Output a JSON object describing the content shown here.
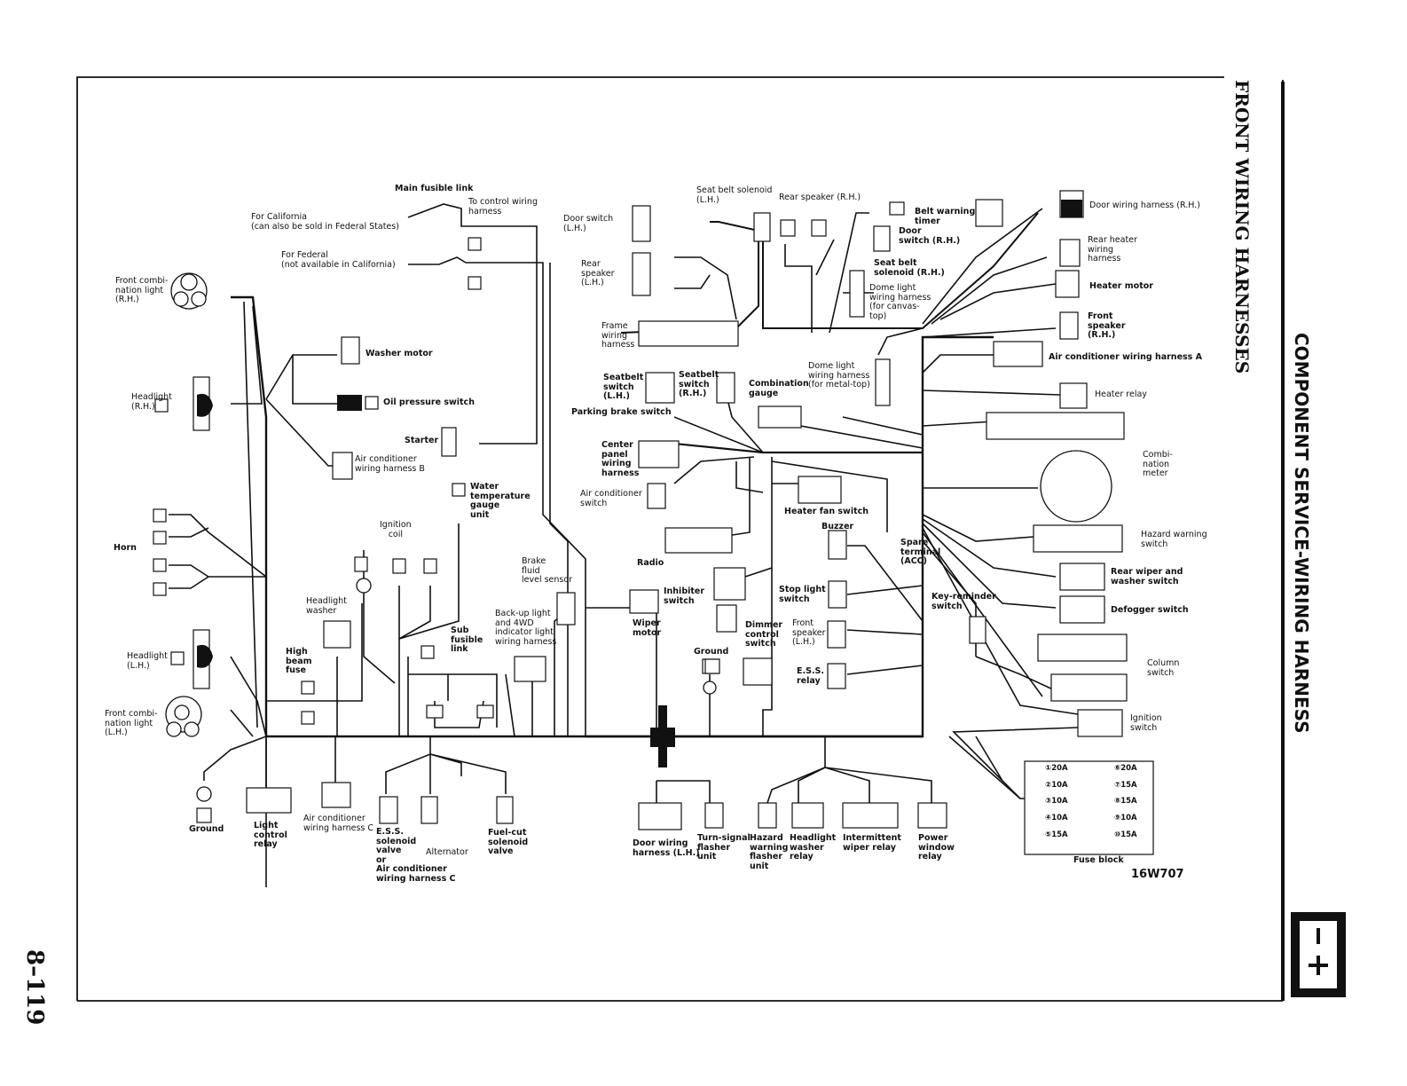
{
  "header": {
    "side_title_1": "FRONT WIRING HARNESSES",
    "side_title_2": "COMPONENT SERVICE-WIRING HARNESS",
    "page_number": "8–119",
    "diagram_code": "16W707"
  },
  "labels": {
    "main_fusible_link": "Main fusible link",
    "to_control": "To control wiring\nharness",
    "for_california": "For California\n(can also be sold in Federal States)",
    "for_federal": "For Federal\n(not available in California)",
    "front_combi_rh": "Front combi-\nnation light\n(R.H.)",
    "headlight_rh": "Headlight\n(R.H.)",
    "washer_motor": "Washer motor",
    "oil_pressure": "Oil pressure switch",
    "starter": "Starter",
    "ac_harness_b": "Air conditioner\nwiring harness B",
    "water_temp": "Water\ntemperature\ngauge\nunit",
    "ignition_coil": "Ignition\ncoil",
    "horn": "Horn",
    "headlight_washer": "Headlight\nwasher",
    "high_beam_fuse": "High\nbeam\nfuse",
    "headlight_lh": "Headlight\n(L.H.)",
    "front_combi_lh": "Front combi-\nnation light\n(L.H.)",
    "ground_left": "Ground",
    "light_control_relay": "Light\ncontrol\nrelay",
    "ac_harness_c": "Air conditioner\nwiring harness C",
    "ess_solenoid": "E.S.S.\nsolenoid\nvalve\nor\nAir conditioner\nwiring harness C",
    "alternator": "Alternator",
    "fuel_cut": "Fuel-cut\nsolenoid\nvalve",
    "sub_fusible_link": "Sub\nfusible\nlink",
    "backup_light": "Back-up light\nand 4WD\nindicator light\nwiring harness",
    "brake_fluid": "Brake\nfluid\nlevel sensor",
    "seat_belt_solenoid_lh": "Seat belt solenoid\n(L.H.)",
    "rear_speaker_rh": "Rear speaker (R.H.)",
    "door_switch_lh": "Door switch\n(L.H.)",
    "rear_speaker_lh": "Rear\nspeaker\n(L.H.)",
    "frame_harness": "Frame\nwiring\nharness",
    "belt_warning": "Belt warning\ntimer",
    "door_switch_rh": "Door\nswitch (R.H.)",
    "seat_belt_solenoid_rh": "Seat belt\nsolenoid (R.H.)",
    "dome_light_canvas": "Dome light\nwiring harness\n(for canvas-\ntop)",
    "door_harness_rh": "Door wiring harness (R.H.)",
    "rear_heater": "Rear heater\nwiring\nharness",
    "heater_motor": "Heater motor",
    "front_speaker_rh": "Front\nspeaker\n(R.H.)",
    "ac_harness_a": "Air conditioner wiring harness A",
    "heater_relay": "Heater relay",
    "seatbelt_switch_lh": "Seatbelt\nswitch\n(L.H.)",
    "seatbelt_switch_rh": "Seatbelt\nswitch\n(R.H.)",
    "combination_gauge": "Combination\ngauge",
    "dome_light_metal": "Dome light\nwiring harness\n(for metal-top)",
    "parking_brake": "Parking brake switch",
    "center_panel": "Center\npanel\nwiring\nharness",
    "ac_switch": "Air conditioner\nswitch",
    "heater_fan": "Heater fan switch",
    "combination_meter": "Combi-\nnation\nmeter",
    "buzzer": "Buzzer",
    "spare_terminal": "Spare\nterminal\n(ACC)",
    "hazard_switch": "Hazard warning\nswitch",
    "rear_wiper_switch": "Rear wiper and\nwasher switch",
    "radio": "Radio",
    "inhibiter": "Inhibiter\nswitch",
    "wiper_motor": "Wiper\nmotor",
    "stop_light": "Stop light\nswitch",
    "key_reminder": "Key-reminder\nswitch",
    "defogger": "Defogger switch",
    "dimmer": "Dimmer\ncontrol\nswitch",
    "front_speaker_lh": "Front\nspeaker\n(L.H.)",
    "ground_center": "Ground",
    "ess_relay": "E.S.S.\nrelay",
    "column_switch": "Column\nswitch",
    "ignition_switch": "Ignition\nswitch",
    "door_harness_lh": "Door wiring\nharness (L.H.)",
    "turn_signal": "Turn-signal\nflasher\nunit",
    "hazard_flasher": "Hazard\nwarning\nflasher\nunit",
    "headlight_washer_relay": "Headlight\nwasher\nrelay",
    "intermittent": "Intermittent\nwiper relay",
    "power_window": "Power\nwindow\nrelay",
    "fuse_block": "Fuse block"
  },
  "fuse_block": {
    "ratings": [
      "20A",
      "10A",
      "10A",
      "10A",
      "15A",
      "20A",
      "15A",
      "15A",
      "10A",
      "15A"
    ],
    "circuits": [
      "①",
      "②",
      "③",
      "④",
      "⑤",
      "⑥",
      "⑦",
      "⑧",
      "⑨",
      "⑩"
    ]
  }
}
